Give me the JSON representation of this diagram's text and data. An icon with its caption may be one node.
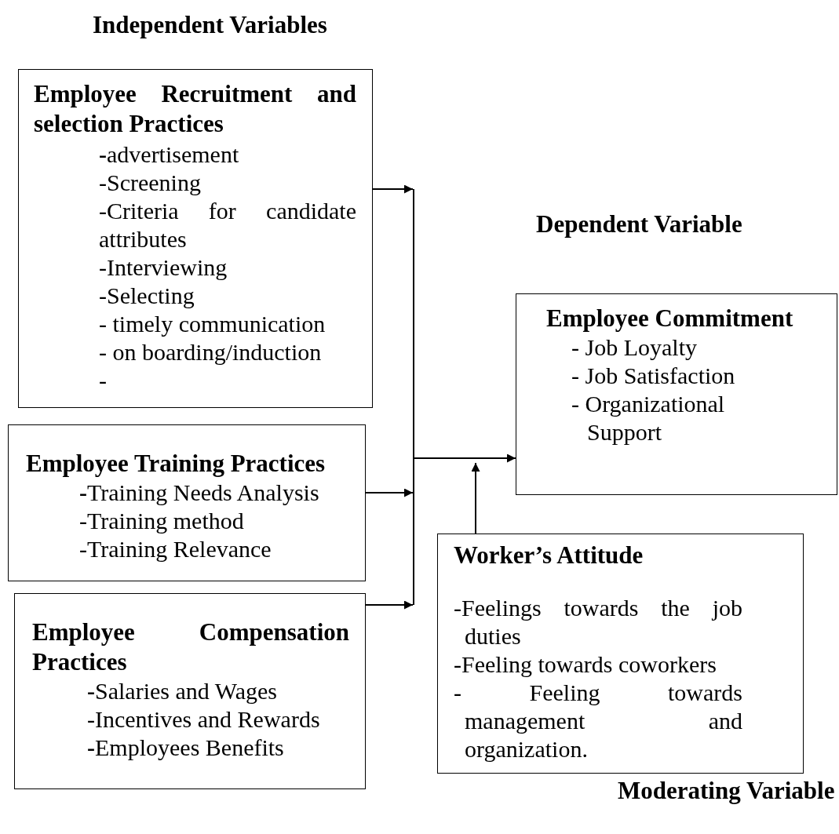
{
  "diagram": {
    "nodes": [
      {
        "text": [
          "Employee Recruitment and selection Practices",
          "**-**advertisement",
          "-Screening",
          "-Criteria for candidate attributes",
          "-Interviewing",
          "-Selecting",
          "- timely communication",
          "- on boarding/induction",
          "-"
        ]
      },
      {
        "text": [
          "Employee Training Practices",
          "**-**Training Needs Analysis",
          "-Training method",
          "-Training Relevance"
        ]
      },
      {
        "text": [
          "Employee Compensation Practices",
          "**-**Salaries and Wages",
          "-Incentives and Rewards",
          "**-**Employees Benefits"
        ]
      },
      {
        "text": [
          "Employee Commitment",
          "- Job Loyalty",
          "- Job Satisfaction",
          "- Organizational Support"
        ]
      },
      {
        "text": [
          "Worker’s Attitude",
          "-Feelings towards the job duties",
          "-Feeling towards coworkers",
          "- Feeling towards management and organization."
        ]
      },
      {
        "text": [],
        "shape": "bar"
      }
    ],
    "edges": [
      {
        "from": 0,
        "to": 5,
        "arrow": "to"
      },
      {
        "from": 1,
        "to": 5,
        "arrow": "to"
      },
      {
        "from": 2,
        "to": 5,
        "arrow": "to"
      },
      {
        "from": 5,
        "to": 3,
        "arrow": "to"
      },
      {
        "from": 4,
        "to": null,
        "arrow": "to"
      }
    ],
    "labels": [
      "Independent Variables",
      "Dependent Variable",
      "Moderating Variable"
    ]
  }
}
